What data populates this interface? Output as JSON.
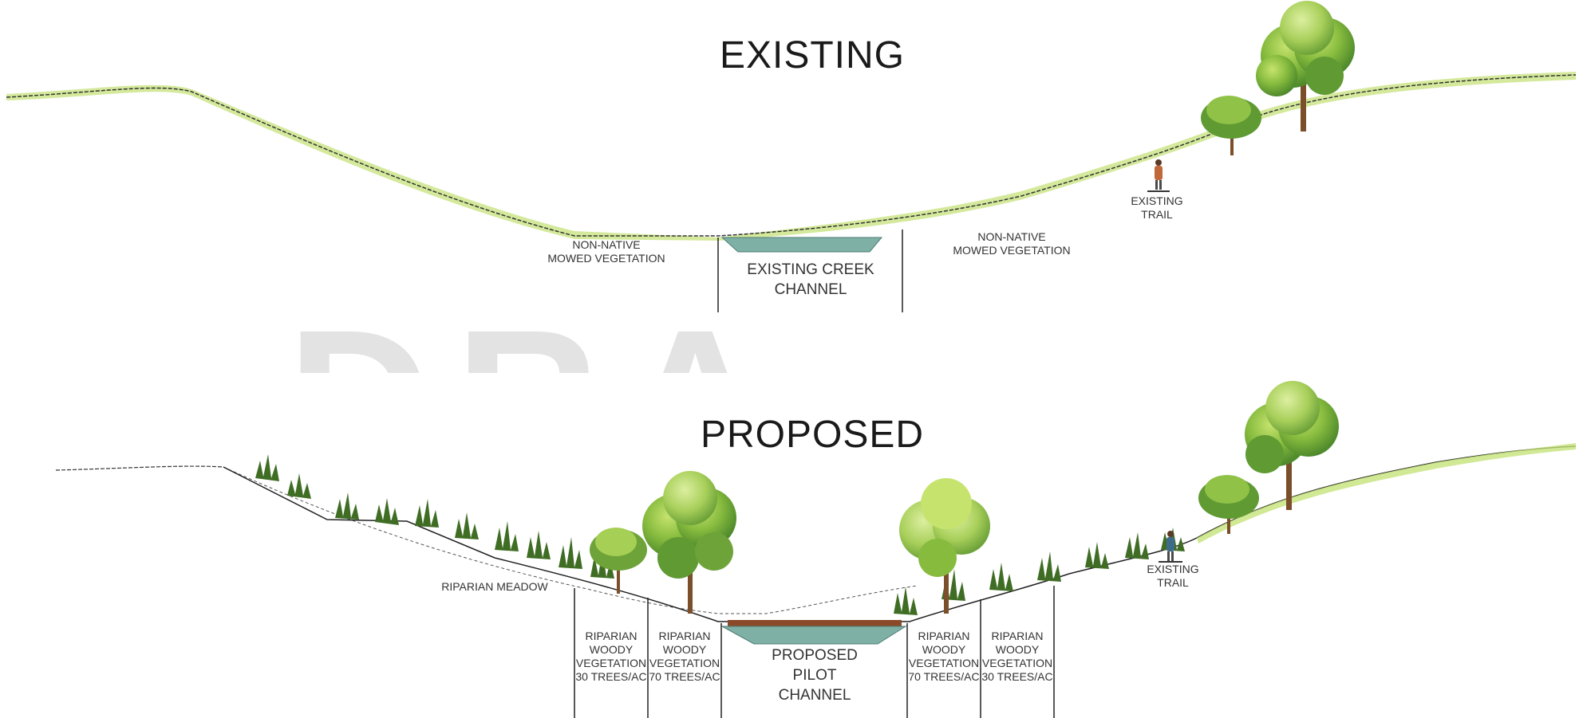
{
  "existing": {
    "title": "EXISTING",
    "left_vegetation": "NON-NATIVE\nMOWED VEGETATION",
    "right_vegetation": "NON-NATIVE\nMOWED VEGETATION",
    "channel": "EXISTING CREEK\nCHANNEL",
    "trail": "EXISTING\nTRAIL"
  },
  "proposed": {
    "title": "PROPOSED",
    "meadow": "RIPARIAN MEADOW",
    "zone_left_outer": "RIPARIAN\nWOODY\nVEGETATION\n30 TREES/AC",
    "zone_left_inner": "RIPARIAN\nWOODY\nVEGETATION\n70 TREES/AC",
    "channel": "PROPOSED\nPILOT\nCHANNEL",
    "zone_right_inner": "RIPARIAN\nWOODY\nVEGETATION\n70 TREES/AC",
    "zone_right_outer": "RIPARIAN\nWOODY\nVEGETATION\n30 TREES/AC",
    "trail": "EXISTING\nTRAIL"
  },
  "watermark": "DRA",
  "colors": {
    "grass": "#b9d96a",
    "grass_light": "#d9ec9d",
    "water": "#7fb0a6",
    "tree_dark": "#5f9a33",
    "tree_light": "#a6cf55",
    "trunk": "#7a4f2a",
    "shrub": "#3e6b22",
    "line": "#222222"
  }
}
